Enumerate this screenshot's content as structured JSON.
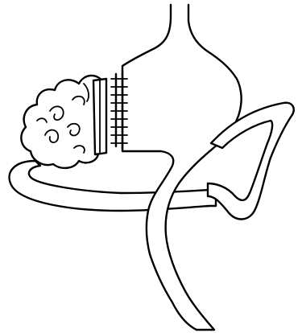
{
  "diagram": {
    "line_color": "#000000",
    "background_color": "#ffffff",
    "parts": [
      "esophagus",
      "gastric-pouch",
      "staple-line",
      "excluded-stomach",
      "roux-limb",
      "biliopancreatic-limb"
    ]
  }
}
